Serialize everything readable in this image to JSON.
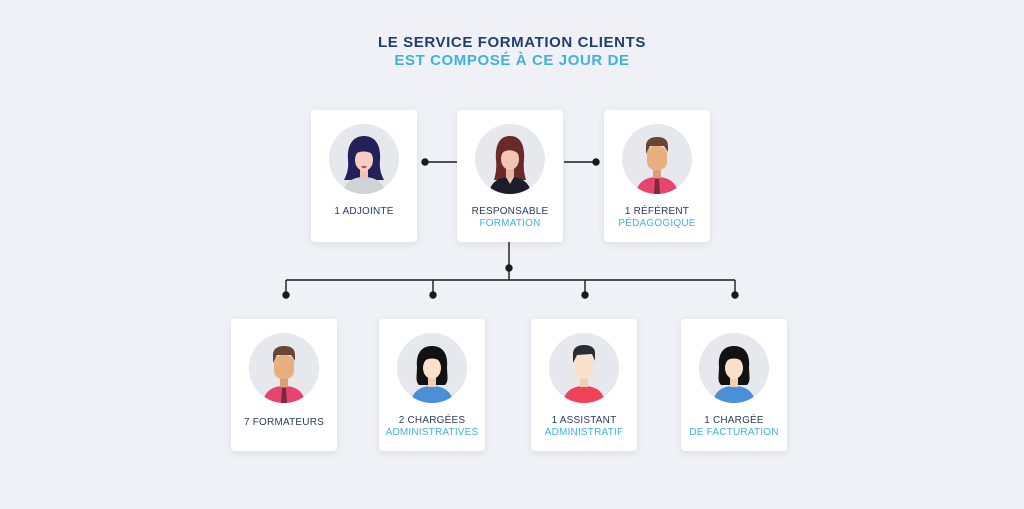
{
  "title": {
    "line1": "LE SERVICE FORMATION CLIENTS",
    "line2": "EST COMPOSÉ À CE JOUR DE"
  },
  "colors": {
    "background": "#eff1f6",
    "title_dark": "#1f3f6e",
    "accent": "#3fb2dc",
    "connector": "#1a1a1a"
  },
  "top_row": [
    {
      "line1": "1 ADJOINTE",
      "line2": "",
      "icon": "woman-dark-hair-avatar-icon"
    },
    {
      "line1": "RESPONSABLE",
      "line2": "FORMATION",
      "icon": "woman-auburn-hair-avatar-icon"
    },
    {
      "line1": "1 RÉFÉRENT",
      "line2": "PÉDAGOGIQUE",
      "icon": "man-brown-hair-avatar-icon"
    }
  ],
  "bottom_row": [
    {
      "line1": "7 FORMATEURS",
      "line2": "",
      "icon": "man-brown-hair-avatar-icon"
    },
    {
      "line1": "2 CHARGÉES",
      "line2": "ADMINISTRATIVES",
      "icon": "woman-black-hair-avatar-icon"
    },
    {
      "line1": "1 ASSISTANT",
      "line2": "ADMINISTRATIF",
      "icon": "man-black-hair-avatar-icon"
    },
    {
      "line1": "1 CHARGÉE",
      "line2": "DE FACTURATION",
      "icon": "woman-black-hair-avatar-icon"
    }
  ]
}
